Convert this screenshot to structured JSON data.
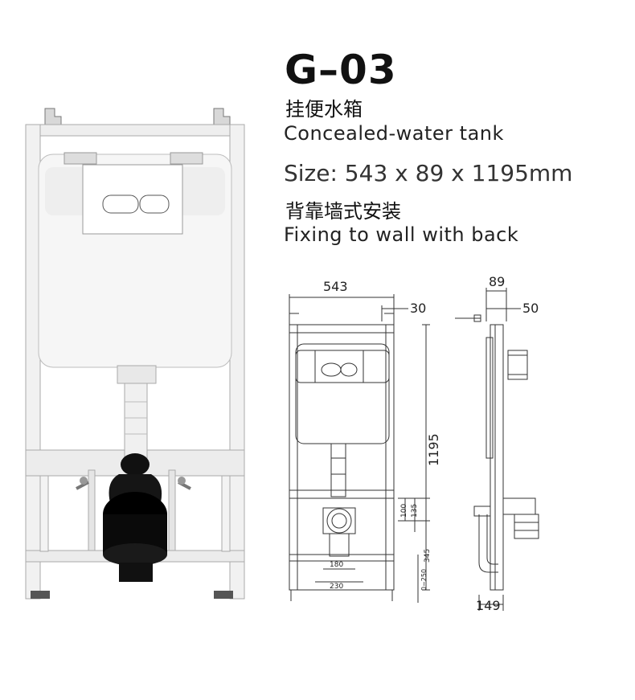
{
  "product": {
    "model": "G–03",
    "name_cn": "挂便水箱",
    "name_en": "Concealed-water tank",
    "size_text": "Size: 543 x 89 x 1195mm",
    "mounting_cn": "背靠墙式安装",
    "mounting_en": "Fixing to wall with back"
  },
  "drawing": {
    "front": {
      "width": "543",
      "offset_top": "30",
      "height": "1195",
      "dim_100": "100",
      "dim_135": "135",
      "dim_345": "345",
      "dim_180": "180",
      "dim_230": "230",
      "dim_adjust": "0~250"
    },
    "side": {
      "depth": "89",
      "offset": "50",
      "bottom": "149"
    }
  }
}
